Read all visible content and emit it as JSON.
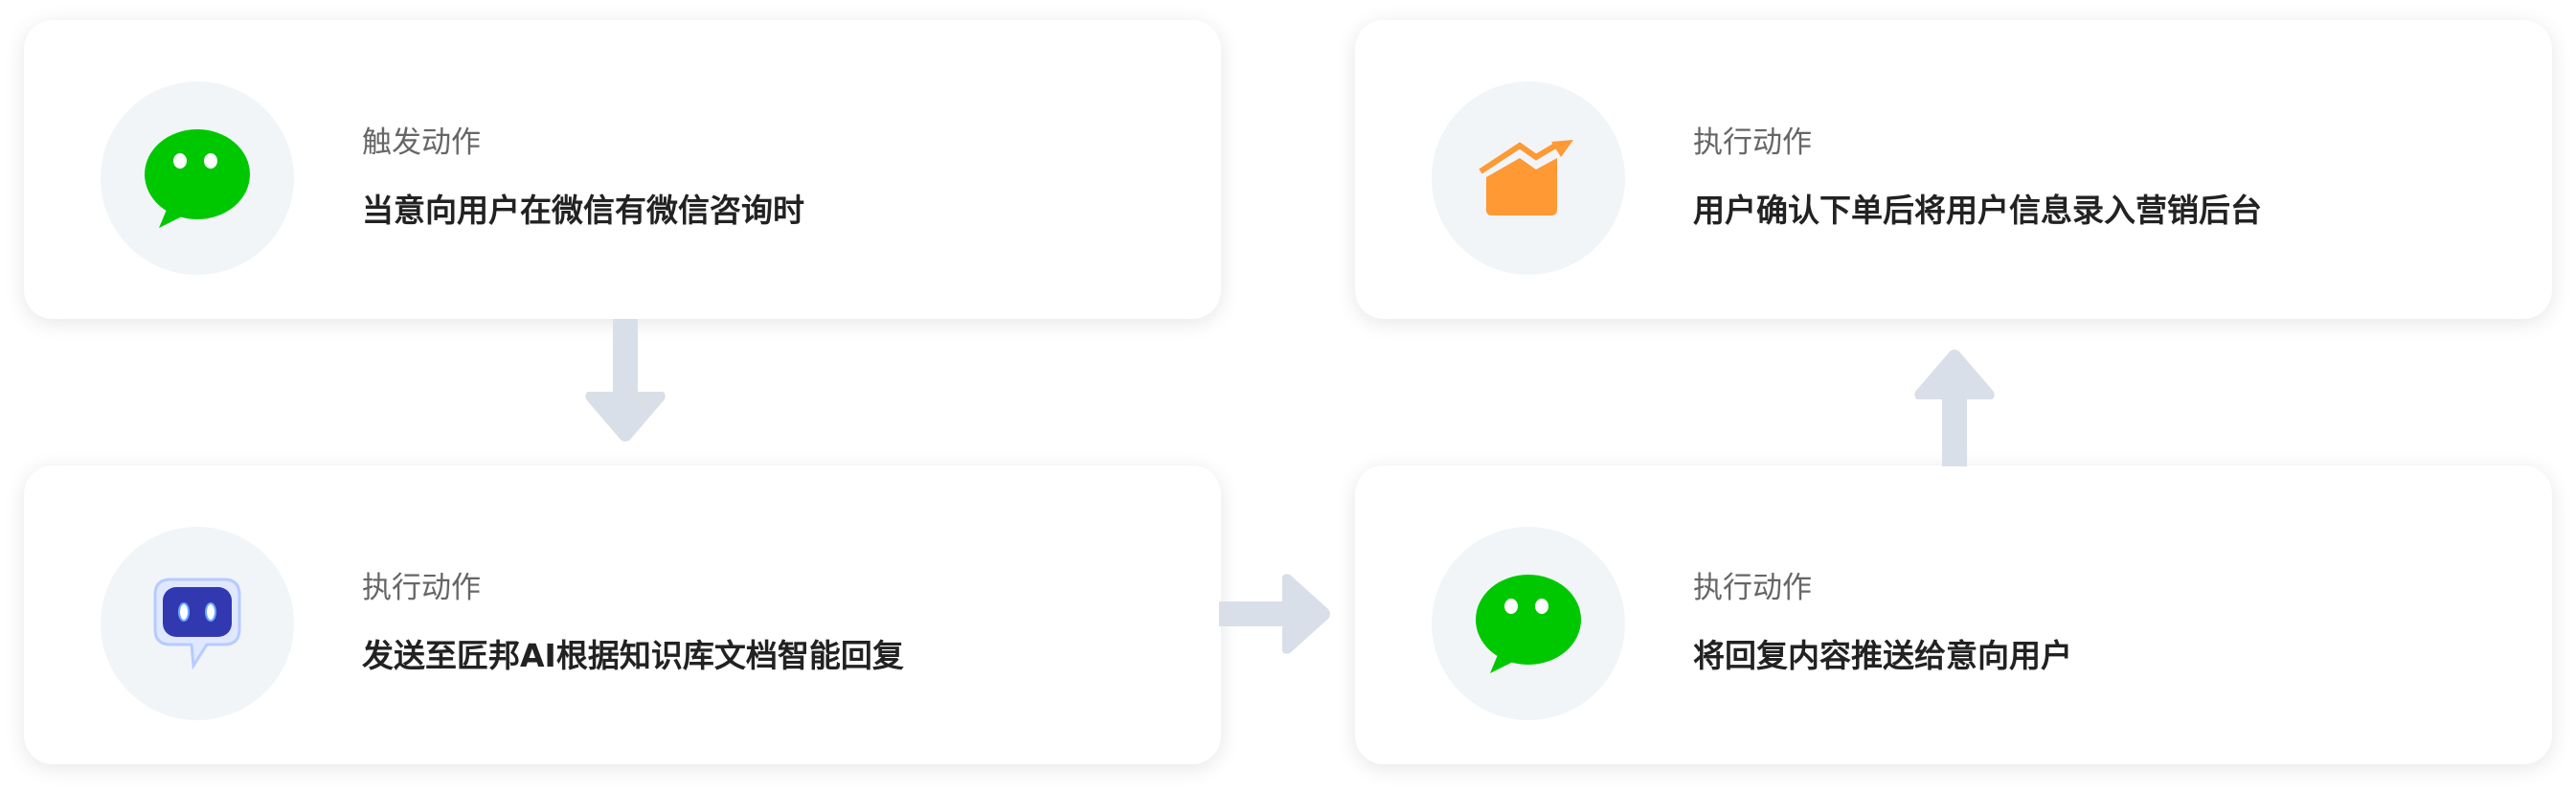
{
  "steps": [
    {
      "label": "触发动作",
      "text": "当意向用户在微信有微信咨询时",
      "icon": "wechat-icon"
    },
    {
      "label": "执行动作",
      "text": "用户确认下单后将用户信息录入营销后台",
      "icon": "chart-growth-icon"
    },
    {
      "label": "执行动作",
      "text": "发送至匠邦AI根据知识库文档智能回复",
      "icon": "ai-robot-icon"
    },
    {
      "label": "执行动作",
      "text": "将回复内容推送给意向用户",
      "icon": "wechat-icon"
    }
  ],
  "colors": {
    "wechat": "#07c160",
    "orange": "#ff9933",
    "robot": "#3238b0",
    "arrow": "#d9dfe8"
  }
}
